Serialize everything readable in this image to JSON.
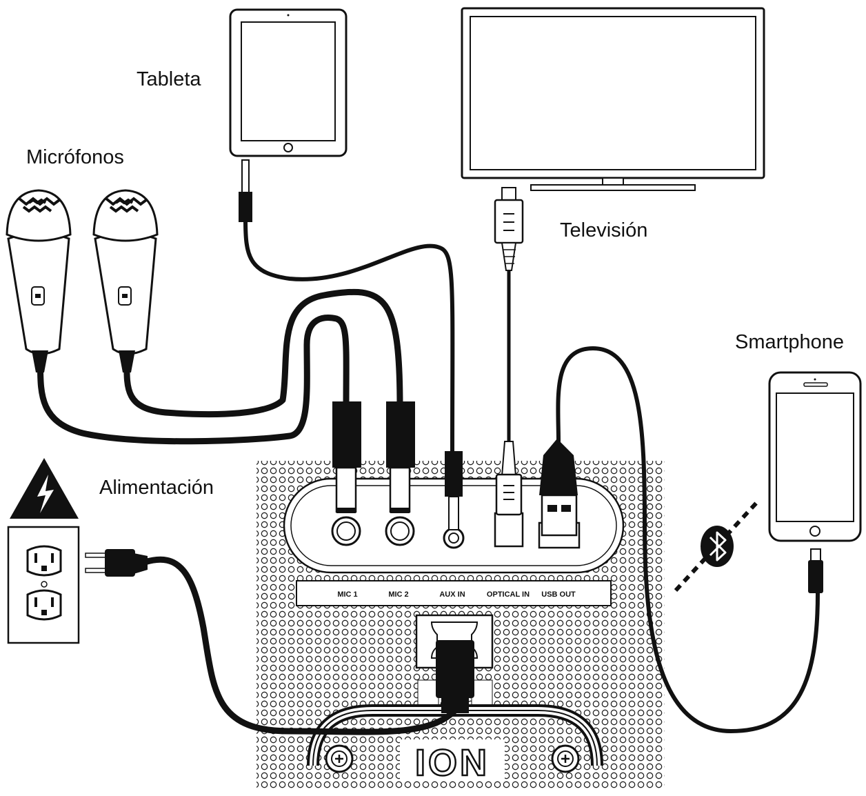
{
  "labels": {
    "tablet": "Tableta",
    "microphones": "Micrófonos",
    "television": "Televisión",
    "smartphone": "Smartphone",
    "power": "Alimentación"
  },
  "ports": {
    "mic1": "MIC 1",
    "mic2": "MIC 2",
    "aux_in": "AUX IN",
    "optical_in": "OPTICAL IN",
    "usb_out": "USB OUT"
  },
  "brand": {
    "logo": "ION"
  },
  "icons": {
    "bluetooth": "bluetooth-icon",
    "hazard": "high-voltage-warning-icon"
  },
  "colors": {
    "ink": "#111111",
    "background": "#ffffff"
  }
}
